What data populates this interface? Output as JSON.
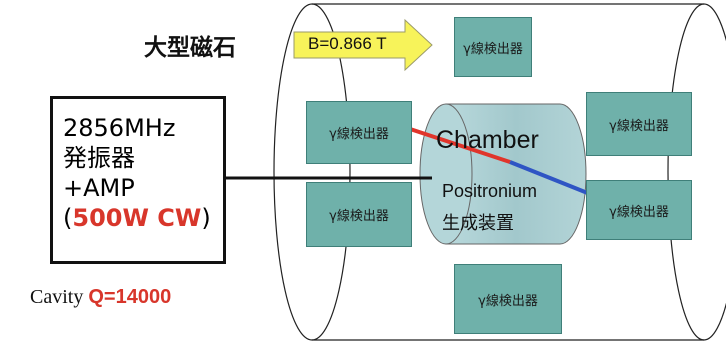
{
  "magnet_label": "大型磁石",
  "field_label": "B=0.866 T",
  "oscillator": {
    "line1": "2856MHz",
    "line2": "発振器",
    "line3": "+AMP",
    "power_open": "(",
    "power": "500W CW",
    "power_close": ")"
  },
  "cavity": {
    "prefix": "Cavity ",
    "q": "Q=14000"
  },
  "chamber": {
    "title": "Chamber",
    "sub1": "Positronium",
    "sub2": "生成装置"
  },
  "detectors": {
    "top": "γ線検出器",
    "upper_left": "γ線検出器",
    "lower_left": "γ線検出器",
    "upper_right": "γ線検出器",
    "lower_right": "γ線検出器",
    "bottom": "γ線検出器"
  },
  "colors": {
    "detector": "#6fb1aa",
    "chamber": "#a9cdd0",
    "arrow_fill": "#f7f35a",
    "highlight_red": "#d8362b",
    "ray_red": "#e0352b",
    "ray_blue": "#2f55c4"
  }
}
